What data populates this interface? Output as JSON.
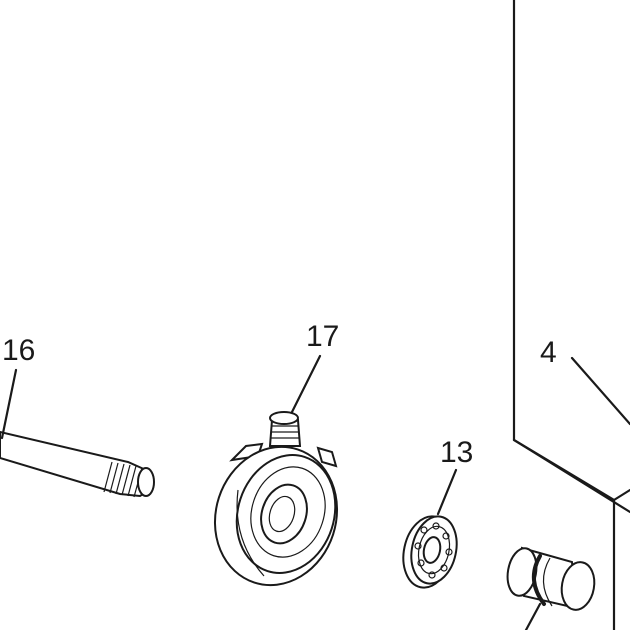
{
  "callouts": {
    "part_16": "16",
    "part_17": "17",
    "part_13": "13",
    "part_4": "4"
  },
  "colors": {
    "line": "#1a1a1a",
    "background": "#ffffff"
  }
}
